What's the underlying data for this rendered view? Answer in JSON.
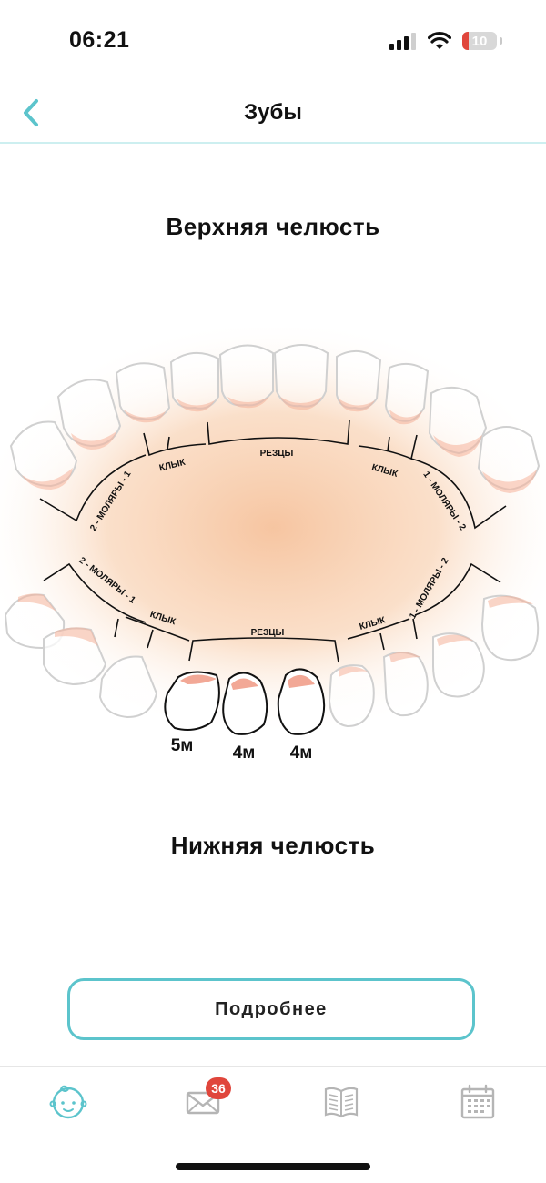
{
  "status": {
    "time": "06:21",
    "battery": "10"
  },
  "nav": {
    "title": "Зубы"
  },
  "jaw": {
    "upper_title": "Верхняя челюсть",
    "lower_title": "Нижняя челюсть"
  },
  "labels": {
    "incisors": "РЕЗЦЫ",
    "canine": "КЛЫК",
    "molars_2_1": "2 - МОЛЯРЫ - 1",
    "molars_1_2": "1 - МОЛЯРЫ - 2"
  },
  "erupted_teeth": [
    "5м",
    "4м",
    "4м"
  ],
  "details_button": {
    "label": "Подробнее"
  },
  "tabs": {
    "messages_badge": "36"
  },
  "colors": {
    "accent": "#5cc4cc",
    "badge": "#e0463c",
    "gum": "#f5b29a",
    "glow": "#f6c8a4"
  }
}
